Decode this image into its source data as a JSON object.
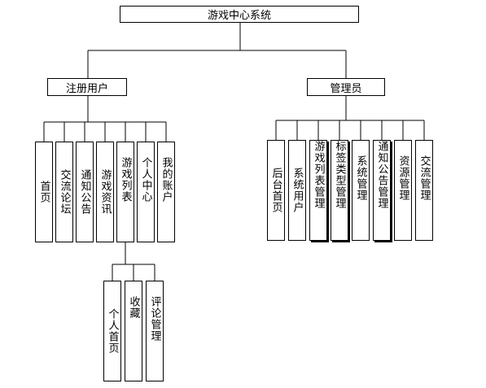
{
  "root": "游戏中心系统",
  "user_branch": {
    "label": "注册用户",
    "items": [
      "首页",
      "交流论坛",
      "通知公告",
      "游戏资讯",
      "游戏列表",
      "个人中心",
      "我的账户"
    ],
    "sub_items": [
      "个人首页",
      "收藏",
      "评论管理"
    ]
  },
  "admin_branch": {
    "label": "管理员",
    "items": [
      "后台首页",
      "系统用户",
      "游戏列表管理",
      "标签类型管理",
      "系统管理",
      "通知公告管理",
      "资源管理",
      "交流管理"
    ]
  }
}
